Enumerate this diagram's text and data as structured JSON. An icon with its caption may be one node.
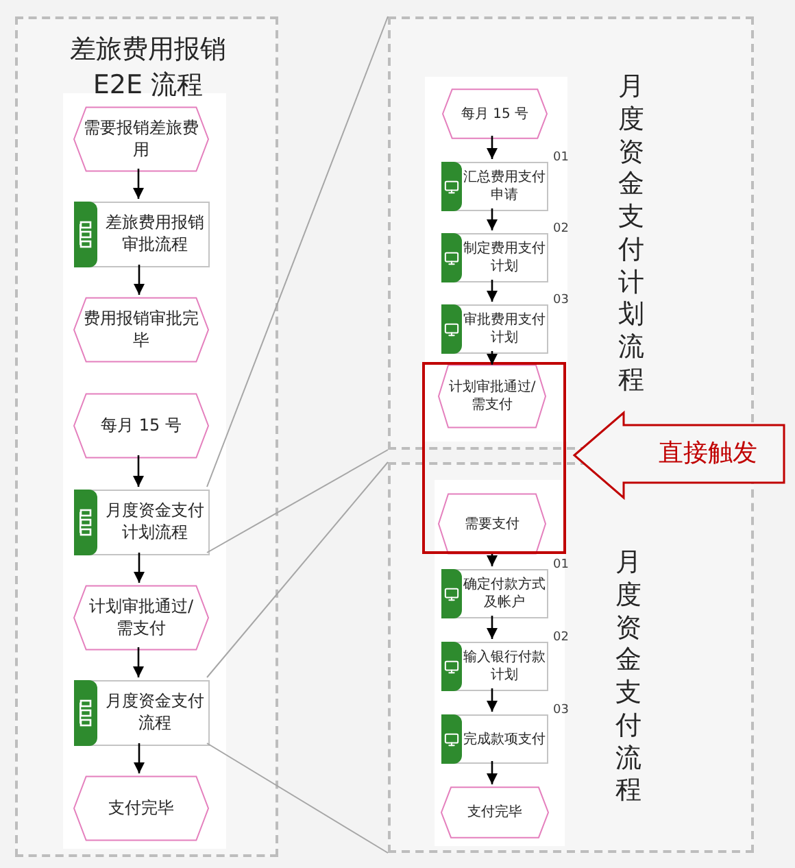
{
  "diagram": {
    "nodes": [
      {
        "text": [
          "差旅费用报销 E2E 流程"
        ]
      },
      {
        "text": [
          "月度资金支付计划流程"
        ]
      },
      {
        "text": [
          "月度资金支付流程"
        ]
      },
      {
        "text": [
          "需要报销差旅费用"
        ],
        "in": 0
      },
      {
        "text": [
          "差旅费用报销审批流程"
        ],
        "in": 0
      },
      {
        "text": [
          "费用报销审批完毕"
        ],
        "in": 0
      },
      {
        "text": [
          "每月 15 号"
        ],
        "in": 0
      },
      {
        "text": [
          "月度资金支付计划流程"
        ],
        "in": 0
      },
      {
        "text": [
          "计划审批通过/需支付"
        ],
        "in": 0
      },
      {
        "text": [
          "月度资金支付流程"
        ],
        "in": 0
      },
      {
        "text": [
          "支付完毕"
        ],
        "in": 0
      },
      {
        "text": [
          "每月 15 号"
        ],
        "in": 1
      },
      {
        "text": [
          "汇总费用支付申请"
        ],
        "beside": [
          "01"
        ],
        "in": 1
      },
      {
        "text": [
          "制定费用支付计划"
        ],
        "beside": [
          "02"
        ],
        "in": 1
      },
      {
        "text": [
          "审批费用支付计划"
        ],
        "beside": [
          "03"
        ],
        "in": 1
      },
      {
        "text": [
          "计划审批通过/需支付"
        ]
      },
      {
        "text": [
          "需要支付"
        ]
      },
      {
        "text": [
          "确定付款方式及帐户"
        ],
        "beside": [
          "01"
        ],
        "in": 2
      },
      {
        "text": [
          "输入银行付款计划"
        ],
        "beside": [
          "02"
        ],
        "in": 2
      },
      {
        "text": [
          "完成款项支付"
        ],
        "beside": [
          "03"
        ],
        "in": 2
      },
      {
        "text": [
          "支付完毕"
        ],
        "in": 2
      },
      {
        "text": [],
        "shape": "box"
      },
      {
        "text": [
          "直接触发"
        ]
      }
    ],
    "edges": [
      {
        "from": 3,
        "to": 4,
        "arrow": "to"
      },
      {
        "from": 4,
        "to": 5,
        "arrow": "to"
      },
      {
        "from": 6,
        "to": 7,
        "arrow": "to"
      },
      {
        "from": 7,
        "to": 8,
        "arrow": "to"
      },
      {
        "from": 8,
        "to": 9,
        "arrow": "to"
      },
      {
        "from": 9,
        "to": 10,
        "arrow": "to"
      },
      {
        "from": 11,
        "to": 12,
        "arrow": "to"
      },
      {
        "from": 12,
        "to": 13,
        "arrow": "to"
      },
      {
        "from": 13,
        "to": 14,
        "arrow": "to"
      },
      {
        "from": 14,
        "to": 15,
        "arrow": "to"
      },
      {
        "from": 16,
        "to": 17,
        "arrow": "to"
      },
      {
        "from": 17,
        "to": 18,
        "arrow": "to"
      },
      {
        "from": 18,
        "to": 19,
        "arrow": "to"
      },
      {
        "from": 19,
        "to": 20,
        "arrow": "to"
      },
      {
        "from": 7,
        "to": 1,
        "arrow": "none",
        "color": "#a6a6a6"
      },
      {
        "from": 7,
        "to": 1,
        "arrow": "none",
        "color": "#a6a6a6"
      },
      {
        "from": 9,
        "to": 2,
        "arrow": "none",
        "color": "#a6a6a6"
      },
      {
        "from": 9,
        "to": 2,
        "arrow": "none",
        "color": "#a6a6a6"
      }
    ]
  }
}
